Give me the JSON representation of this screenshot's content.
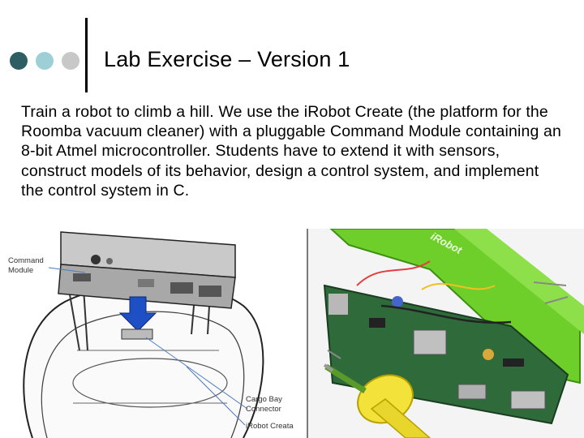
{
  "slide": {
    "title": "Lab Exercise – Version 1",
    "body": "Train a robot to climb a hill. We use the iRobot Create (the platform for the Roomba vacuum cleaner) with a pluggable Command Module containing an 8-bit Atmel microcontroller. Students have to extend it with sensors, construct models of its behavior, design a control system, and implement the control system in C.",
    "bullet_colors": [
      "#2e5e63",
      "#9ecfd6",
      "#c8c8c8"
    ]
  },
  "diagram": {
    "label_command_module_1": "Command",
    "label_command_module_2": "Module",
    "label_cargo_1": "Cargo Bay",
    "label_cargo_2": "Connector",
    "label_create": "iRobot Creata"
  },
  "photo": {
    "board_brand": "iRobot"
  }
}
